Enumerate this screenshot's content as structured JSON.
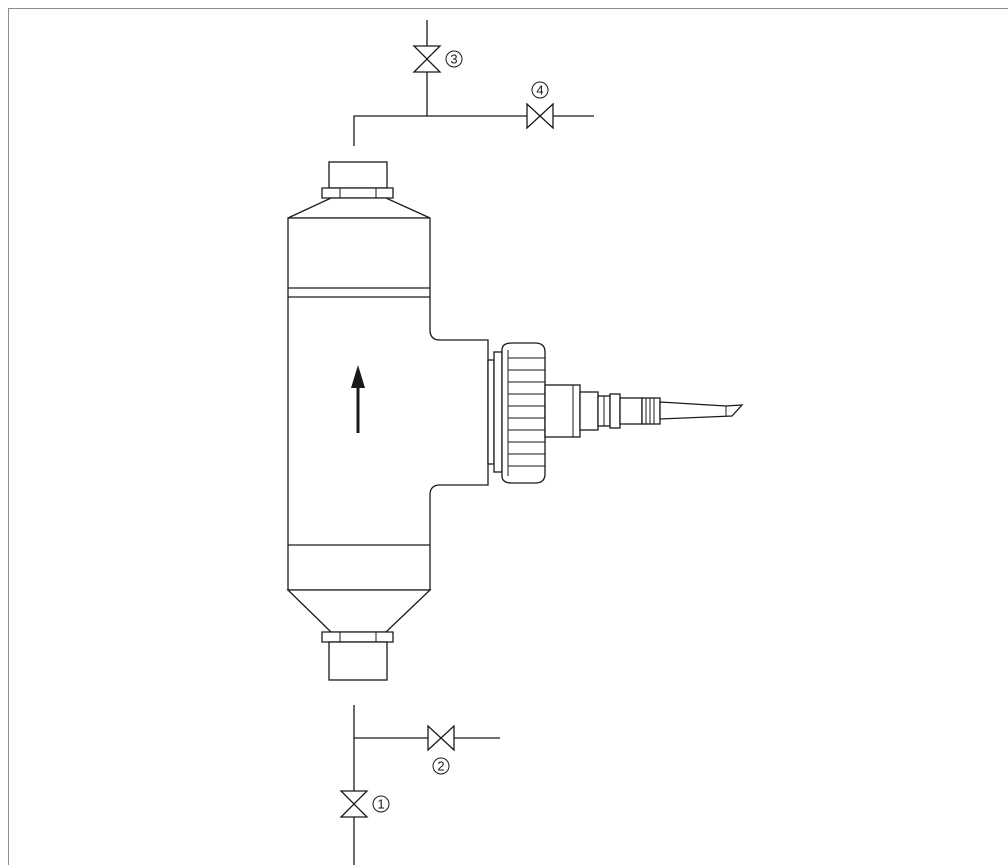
{
  "callouts": [
    {
      "id": "1",
      "label": "1"
    },
    {
      "id": "2",
      "label": "2"
    },
    {
      "id": "3",
      "label": "3"
    },
    {
      "id": "4",
      "label": "4"
    }
  ],
  "colors": {
    "line": "#1a1a1a",
    "background": "#ffffff",
    "frame": "#8c8c8c"
  },
  "flow_direction": "up"
}
